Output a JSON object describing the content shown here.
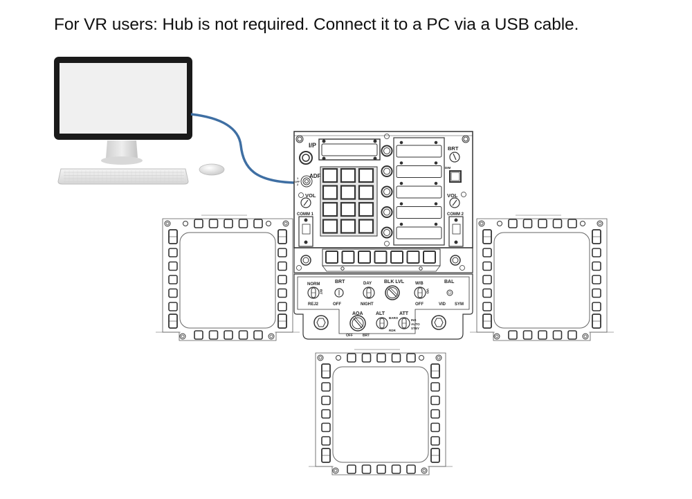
{
  "caption": "For VR users: Hub is not required. Connect it to a PC via a USB cable.",
  "colors": {
    "cable": "#3f6fa3",
    "outline": "#333333",
    "monitor_bezel": "#1a1a1a",
    "screen": "#f0f0f0"
  },
  "pc": {
    "devices": [
      "monitor",
      "keyboard",
      "mouse"
    ],
    "cable": "USB"
  },
  "ufc": {
    "labels": {
      "ip": "I/P",
      "adf": "ADF",
      "adf_pos1": "1",
      "adf_off": "OFF",
      "adf_pos2": "2",
      "vol_left": "VOL",
      "vol_right": "VOL",
      "comm1": "COMM 1",
      "comm2": "COMM 2",
      "brt": "BRT",
      "dim": "DIM"
    }
  },
  "lower_panel": {
    "labels": {
      "norm": "NORM",
      "rej2": "REJ2",
      "bit": "BIT",
      "brt": "BRT",
      "off": "OFF",
      "day": "DAY",
      "night": "NIGHT",
      "blk_lvl": "BLK LVL",
      "wb": "W/B",
      "vid_side": "VID",
      "wb_off": "OFF",
      "bal": "BAL",
      "vid": "VID",
      "sym": "SYM",
      "aoa": "AOA",
      "aoa_off": "OFF",
      "aoa_brt": "BRT",
      "alt": "ALT",
      "baro": "BARO",
      "rdr": "RDR",
      "att": "ATT",
      "ins": "INS",
      "auto": "AUTO",
      "stby": "STBY"
    }
  },
  "mfds": [
    {
      "name": "left-mfd"
    },
    {
      "name": "right-mfd"
    },
    {
      "name": "center-mfd"
    }
  ]
}
